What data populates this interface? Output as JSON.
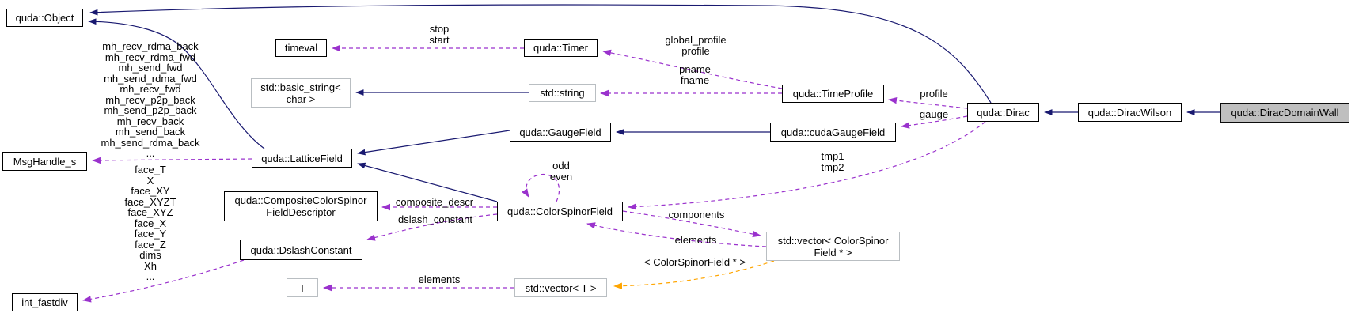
{
  "diagram": {
    "type": "doxygen-collaboration-graph",
    "focus_node": "quda::DiracDomainWall",
    "colors": {
      "inheritance_edge": "#191970",
      "usage_edge": "#9a32cd",
      "template_instance_edge": "#ffa500",
      "node_border": "#000000",
      "external_node_border": "#b9bec2",
      "node_fill": "#ffffff",
      "focus_node_fill": "#bfbfbf"
    },
    "nodes": {
      "object": "quda::Object",
      "timeval": "timeval",
      "timer": "quda::Timer",
      "basic_string": "std::basic_string<\nchar >",
      "string": "std::string",
      "time_profile": "quda::TimeProfile",
      "dirac": "quda::Dirac",
      "dirac_wilson": "quda::DiracWilson",
      "dirac_domain_wall": "quda::DiracDomainWall",
      "gauge_field": "quda::GaugeField",
      "cuda_gauge_field": "quda::cudaGaugeField",
      "lattice_field": "quda::LatticeField",
      "msg_handle": "MsgHandle_s",
      "composite_descriptor": "quda::CompositeColorSpinor\nFieldDescriptor",
      "color_spinor_field": "quda::ColorSpinorField",
      "vector_color_spinor": "std::vector< ColorSpinor\nField * >",
      "dslash_constant": "quda::DslashConstant",
      "t": "T",
      "vector_t": "std::vector< T >",
      "int_fastdiv": "int_fastdiv"
    },
    "edge_labels": {
      "stop_start": "stop\nstart",
      "global_profile": "global_profile\nprofile",
      "pname_fname": "pname\nfname",
      "profile": "profile",
      "gauge": "gauge",
      "tmp": "tmp1\ntmp2",
      "odd_even": "odd\neven",
      "msg_handles": "mh_recv_rdma_back\nmh_recv_rdma_fwd\nmh_send_fwd\nmh_send_rdma_fwd\nmh_recv_fwd\nmh_recv_p2p_back\nmh_send_p2p_back\nmh_recv_back\nmh_send_back\nmh_send_rdma_back\n...",
      "faces": "face_T\nX\nface_XY\nface_XYZT\nface_XYZ\nface_X\nface_Y\nface_Z\ndims\nXh\n...",
      "composite_descr": "composite_descr",
      "dslash_constant": "dslash_constant",
      "components": "components",
      "elements_vector_csf": "elements",
      "template_args": "< ColorSpinorField * >",
      "elements_vector_t": "elements"
    }
  }
}
